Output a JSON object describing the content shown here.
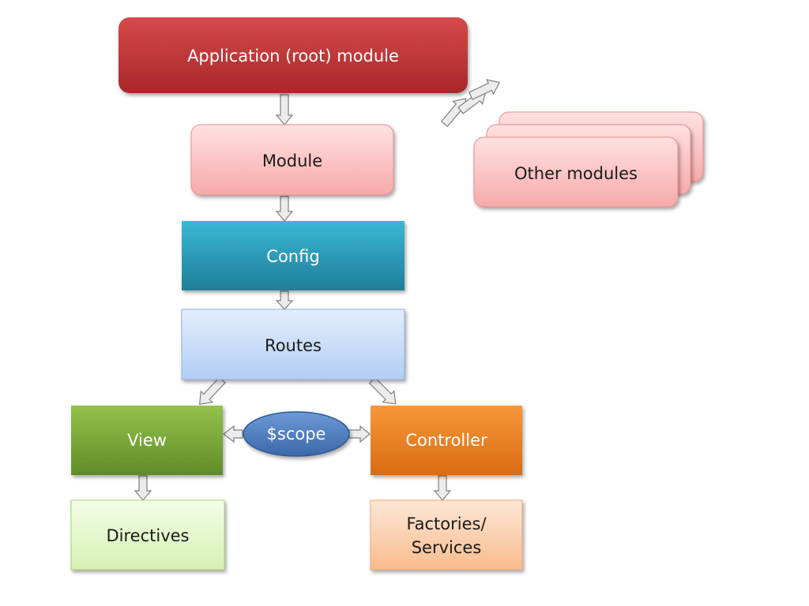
{
  "diagram": {
    "nodes": {
      "app_root": {
        "label": "Application (root) module"
      },
      "module": {
        "label": "Module"
      },
      "other_modules": {
        "label": "Other modules"
      },
      "config": {
        "label": "Config"
      },
      "routes": {
        "label": "Routes"
      },
      "view": {
        "label": "View"
      },
      "scope": {
        "label": "$scope"
      },
      "controller": {
        "label": "Controller"
      },
      "directives": {
        "label": "Directives"
      },
      "factories_services": {
        "lines": [
          "Factories/",
          "Services"
        ]
      }
    }
  },
  "colors": {
    "app_root": "#c0393b",
    "module": "#f9b7b7",
    "other_modules": "#f9b7b7",
    "config": "#2d9fbe",
    "routes": "#c6dcf9",
    "view": "#7eaa3a",
    "scope": "#4f7fc1",
    "controller": "#ee8022",
    "directives": "#e5f8cc",
    "factories_services": "#fbd0ae"
  }
}
